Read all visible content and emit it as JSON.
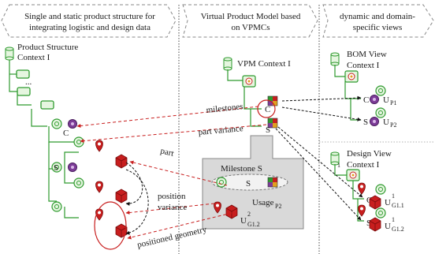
{
  "headers": {
    "col1": [
      "Single and static product structure for",
      "integrating logistic and design data"
    ],
    "col2": [
      "Virtual Product Model based",
      "on VPMCs"
    ],
    "col3": [
      "dynamic and domain-",
      "specific views"
    ]
  },
  "contexts": {
    "product_structure": [
      "Product Structure",
      "Context I"
    ],
    "vpm": "VPM Context I",
    "bom": [
      "BOM View",
      "Context I"
    ],
    "design": [
      "Design View",
      "Context I"
    ]
  },
  "annotations": {
    "milestones": "milestones",
    "part_variance": "part variance",
    "part": "part",
    "position_variance": [
      "position",
      "variance"
    ],
    "positioned_geometry": "positioned geometry",
    "milestone_s": "Milestone S",
    "usage": "Usage",
    "usage_sub": "P2",
    "u_g12_sup": "2",
    "u_g12_sub": "G1.2"
  },
  "nodes": {
    "ellipsis": "...",
    "c": "C",
    "s": "S",
    "u": "U",
    "p1": "P1",
    "p2": "P2",
    "g11": "G1.1",
    "g12": "G1.2",
    "sup1": "1"
  },
  "colors": {
    "green": "#2e9a2e",
    "light_green": "#e6f6e0",
    "purple": "#7d3c98",
    "red": "#c81e1e",
    "gray": "#d9d9d9"
  }
}
